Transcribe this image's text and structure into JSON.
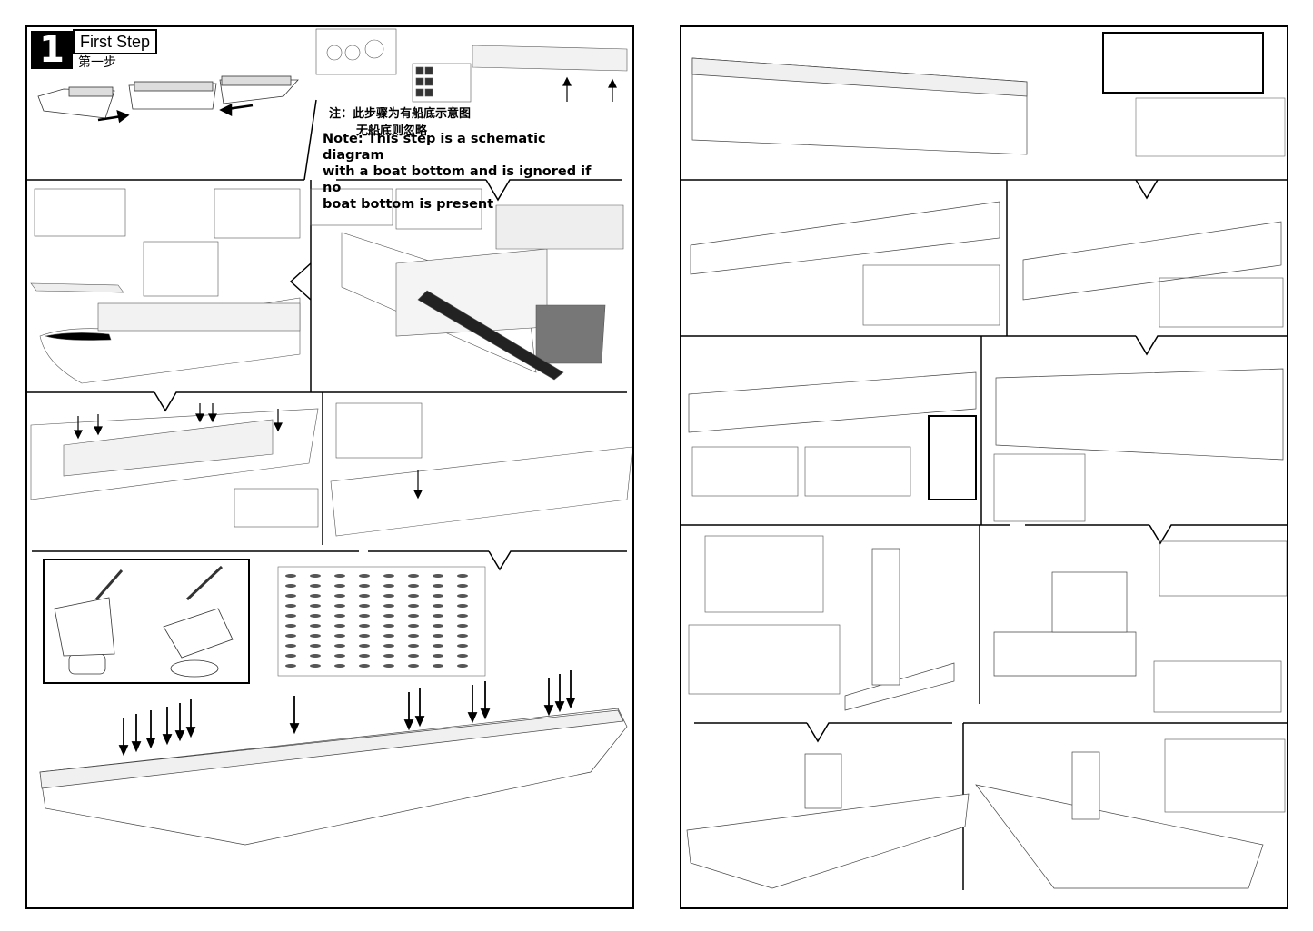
{
  "step": {
    "number": "1",
    "title": "First Step",
    "subtitle": "第一步"
  },
  "note": {
    "cn_line1": "注：此步骤为有船底示意图",
    "cn_line2": "无船底则忽略",
    "en_lines": [
      "Note: This step is a schematic diagram",
      "with a boat bottom and is ignored if no",
      "boat bottom is present"
    ]
  },
  "colors": {
    "ink": "#000000",
    "paper": "#ffffff",
    "line": "#444444",
    "light": "#888888"
  }
}
